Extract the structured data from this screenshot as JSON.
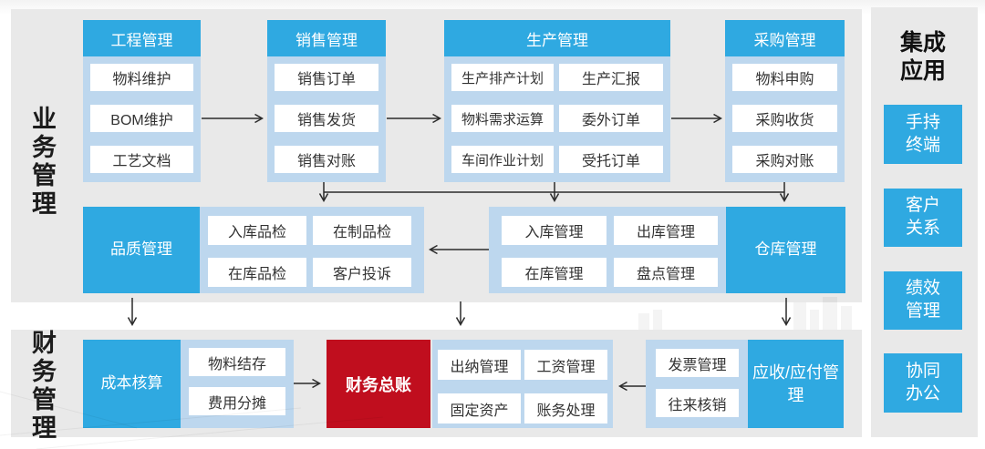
{
  "colors": {
    "accent_blue": "#2FA9E1",
    "group_light_blue": "#BDD7EE",
    "ledger_red": "#C00E1E",
    "band_gray": "#E9E9E9",
    "item_text": "#333333",
    "arrow": "#2B2B2B"
  },
  "left_labels": {
    "business": "业务管理",
    "finance": "财务管理"
  },
  "top_groups": {
    "engineering": {
      "title": "工程管理",
      "items": [
        "物料维护",
        "BOM维护",
        "工艺文档"
      ]
    },
    "sales": {
      "title": "销售管理",
      "items": [
        "销售订单",
        "销售发货",
        "销售对账"
      ]
    },
    "production": {
      "title": "生产管理",
      "items": [
        "生产排产计划",
        "生产汇报",
        "物料需求运算",
        "委外订单",
        "车间作业计划",
        "受托订单"
      ]
    },
    "purchasing": {
      "title": "采购管理",
      "items": [
        "物料申购",
        "采购收货",
        "采购对账"
      ]
    }
  },
  "middle_groups": {
    "quality": {
      "title": "品质管理",
      "items": [
        "入库品检",
        "在制品检",
        "在库品检",
        "客户投诉"
      ]
    },
    "warehouse": {
      "title": "仓库管理",
      "items": [
        "入库管理",
        "出库管理",
        "在库管理",
        "盘点管理"
      ]
    }
  },
  "bottom_groups": {
    "cost": {
      "title": "成本核算",
      "items": [
        "物料结存",
        "费用分摊"
      ]
    },
    "ledger": {
      "title": "财务总账"
    },
    "cashier": {
      "items": [
        "出纳管理",
        "工资管理",
        "固定资产",
        "账务处理"
      ]
    },
    "invoice": {
      "items": [
        "发票管理",
        "往来核销"
      ]
    },
    "ar_ap": {
      "title": "应收/应付管理"
    }
  },
  "integration": {
    "title": "集成应用",
    "items": [
      "手持终端",
      "客户关系",
      "绩效管理",
      "协同办公"
    ]
  }
}
